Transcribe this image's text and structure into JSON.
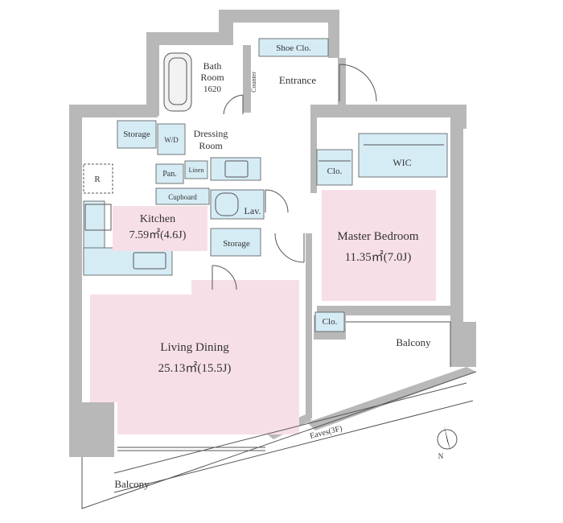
{
  "rooms": {
    "bath_room": {
      "line1": "Bath",
      "line2": "Room",
      "line3": "1620"
    },
    "shoe_closet": "Shoe Clo.",
    "entrance": "Entrance",
    "counter": "Counter",
    "storage_top": "Storage",
    "wd": "W/D",
    "dressing_room": {
      "line1": "Dressing",
      "line2": "Room"
    },
    "refrigerator": "R",
    "pantry": "Pan.",
    "linen": "Linen",
    "cupboard": "Cupboard",
    "lavatory": "Lav.",
    "storage_mid": "Storage",
    "kitchen": {
      "name": "Kitchen",
      "area": "7.59㎡(4.6J)"
    },
    "living_dining": {
      "name": "Living Dining",
      "area": "25.13㎡(15.5J)"
    },
    "master_bedroom": {
      "name": "Master Bedroom",
      "area": "11.35㎡(7.0J)"
    },
    "closet_upper": "Clo.",
    "closet_lower": "Clo.",
    "wic": "WIC",
    "balcony_right": "Balcony",
    "balcony_bottom": "Balcony",
    "eaves": "Eaves(3F)",
    "north": "N"
  },
  "colors": {
    "wall": "#b8b8b8",
    "wet": "#d6ecf5",
    "room": "#f7dfe8",
    "line": "#555555"
  }
}
